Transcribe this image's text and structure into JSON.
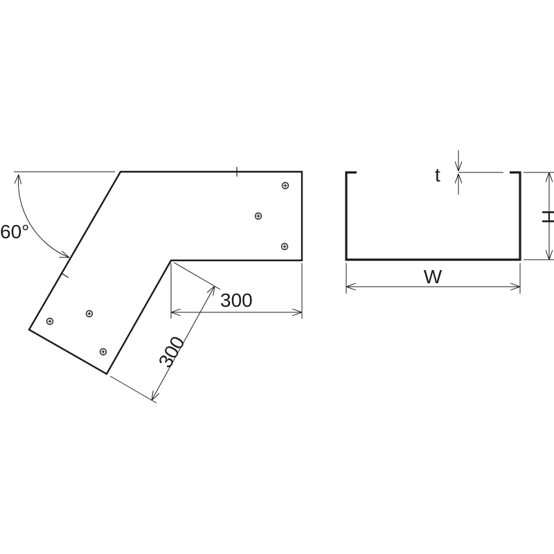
{
  "plan_view": {
    "angle_label": "60°",
    "length_a_label": "300",
    "length_b_label": "300"
  },
  "section_view": {
    "thickness_label": "t",
    "height_label": "H",
    "width_label": "W"
  }
}
